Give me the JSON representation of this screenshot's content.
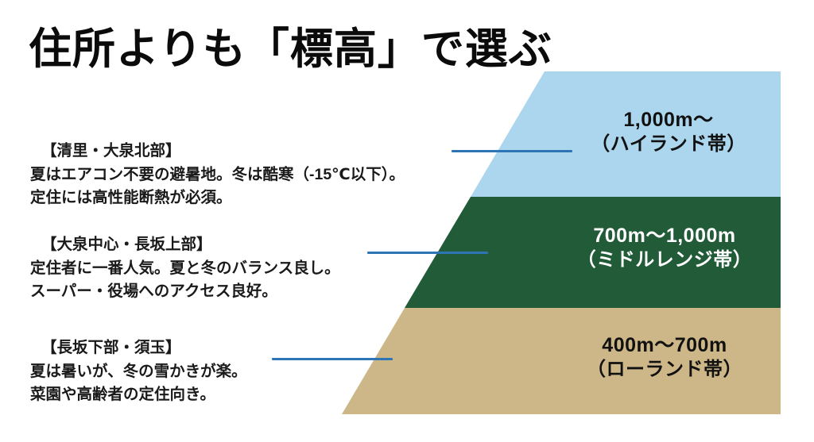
{
  "slide": {
    "title": "住所よりも「標高」で選ぶ",
    "background_color": "#FFFFFF"
  },
  "colors": {
    "highland_band": "#ABD6EE",
    "midrange_band": "#215B38",
    "lowland_band": "#CDB788",
    "connector_line": "#2E75B6",
    "title_text": "#0B0B0B",
    "body_text": "#1A1A1A",
    "midrange_label_text": "#FFFFFF"
  },
  "pyramid": {
    "tiers": [
      {
        "id": "highland",
        "range": "1,000m〜",
        "zone": "（ハイランド帯）",
        "fill": "#ABD6EE",
        "text_color": "#111111"
      },
      {
        "id": "midrange",
        "range": "700m〜1,000m",
        "zone": "（ミドルレンジ帯）",
        "fill": "#215B38",
        "text_color": "#FFFFFF"
      },
      {
        "id": "lowland",
        "range": "400m〜700m",
        "zone": "（ローランド帯）",
        "fill": "#CDB788",
        "text_color": "#111111"
      }
    ]
  },
  "descriptions": [
    {
      "id": "kiyosato-oizumi-north",
      "heading": "【清里・大泉北部】",
      "line1": "夏はエアコン不要の避暑地。冬は酷寒（-15℃以下）。",
      "line2": "定住には高性能断熱が必須。"
    },
    {
      "id": "oizumi-center-nagasaka-upper",
      "heading": "【大泉中心・長坂上部】",
      "line1": "定住者に一番人気。夏と冬のバランス良し。",
      "line2": "スーパー・役場へのアクセス良好。"
    },
    {
      "id": "nagasaka-lower-sutama",
      "heading": "【長坂下部・須玉】",
      "line1": "夏は暑いが、冬の雪かきが楽。",
      "line2": "菜園や高齢者の定住向き。"
    }
  ]
}
